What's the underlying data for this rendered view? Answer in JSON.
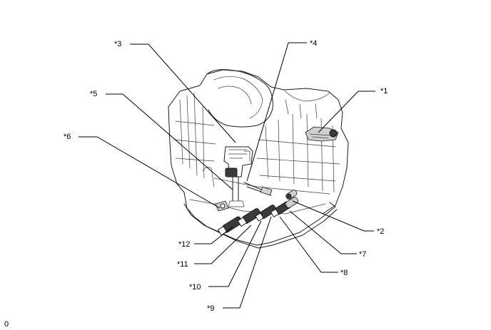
{
  "callouts": {
    "c1": "*1",
    "c2": "*2",
    "c3": "*3",
    "c4": "*4",
    "c5": "*5",
    "c6": "*6",
    "c7": "*7",
    "c8": "*8",
    "c9": "*9",
    "c10": "*10",
    "c11": "*11",
    "c12": "*12"
  },
  "footer": {
    "mark": "0"
  }
}
